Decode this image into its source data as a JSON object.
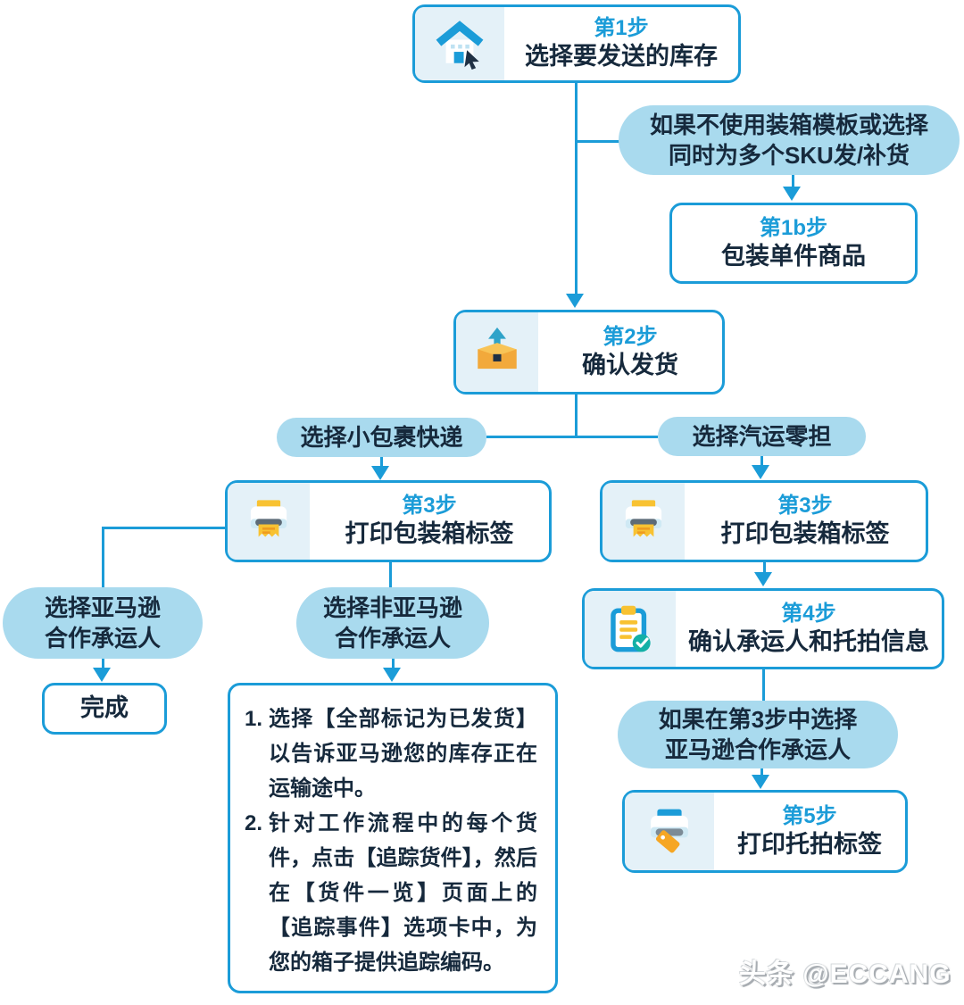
{
  "colors": {
    "line": "#1b9cd8",
    "title_blue": "#1b9cd8",
    "text_dark": "#16293c",
    "pill_bg": "#a9daee",
    "panel_bg": "#e4f1f8",
    "box_bg": "#ffffff"
  },
  "nodes": {
    "step1": {
      "title": "第1步",
      "label": "选择要发送的库存",
      "icon": "house-cursor-icon"
    },
    "note_no_template": {
      "line1": "如果不使用装箱模板或选择",
      "line2": "同时为多个SKU发/补货"
    },
    "step1b": {
      "title": "第1b步",
      "label": "包装单件商品"
    },
    "step2": {
      "title": "第2步",
      "label": "确认发货",
      "icon": "box-arrow-up-icon"
    },
    "pill_small_parcel": {
      "label": "选择小包裹快递"
    },
    "pill_ltl": {
      "label": "选择汽运零担"
    },
    "step3_left": {
      "title": "第3步",
      "label": "打印包装箱标签",
      "icon": "printer-icon"
    },
    "step3_right": {
      "title": "第3步",
      "label": "打印包装箱标签",
      "icon": "printer-icon"
    },
    "pill_amazon_partner": {
      "line1": "选择亚马逊",
      "line2": "合作承运人"
    },
    "pill_non_amazon_partner": {
      "line1": "选择非亚马逊",
      "line2": "合作承运人"
    },
    "done": {
      "label": "完成"
    },
    "instructions": {
      "items": [
        {
          "num": "1.",
          "text": "选择【全部标记为已发货】以告诉亚马逊您的库存正在运输途中。"
        },
        {
          "num": "2.",
          "text": "针对工作流程中的每个货件，点击【追踪货件】，然后在【货件一览】页面上的【追踪事件】选项卡中，为您的箱子提供追踪编码。"
        }
      ]
    },
    "step4": {
      "title": "第4步",
      "label": "确认承运人和托拍信息",
      "icon": "clipboard-check-icon"
    },
    "note_step3_amazon": {
      "line1": "如果在第3步中选择",
      "line2": "亚马逊合作承运人"
    },
    "step5": {
      "title": "第5步",
      "label": "打印托拍标签",
      "icon": "printer-tag-icon"
    }
  },
  "watermark": {
    "text": "头条 @ECCANG"
  }
}
